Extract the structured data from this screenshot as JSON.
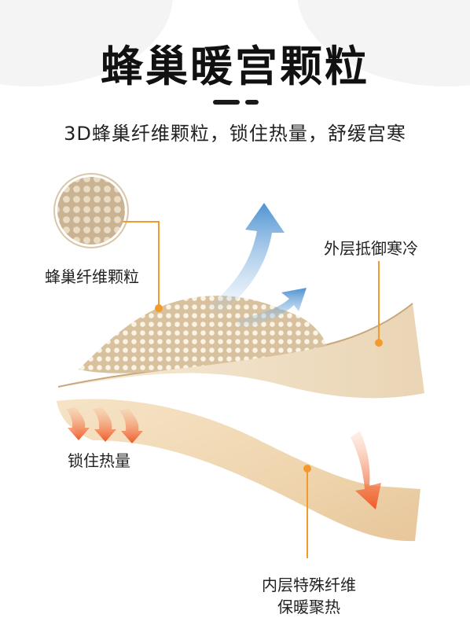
{
  "header": {
    "title": "蜂巢暖宫颗粒",
    "subtitle": "3D蜂巢纤维颗粒，锁住热量，舒缓宫寒"
  },
  "callouts": {
    "honeycomb": "蜂巢纤维颗粒",
    "outer_layer": "外层抵御寒冷",
    "lock_heat": "锁住热量",
    "inner_layer_line1": "内层特殊纤维",
    "inner_layer_line2": "保暖聚热"
  },
  "colors": {
    "accent_orange": "#f39a2e",
    "outer_fabric": "#ecd9bd",
    "inner_fabric": "#f1d8b2",
    "mesh": "#d9c3a3",
    "cold_arrow": "#5b9bd5",
    "heat_arrow": "#f26b3a"
  },
  "icons": [
    "cold-air-arrow-icon",
    "heat-arrow-icon",
    "honeycomb-texture-icon"
  ]
}
